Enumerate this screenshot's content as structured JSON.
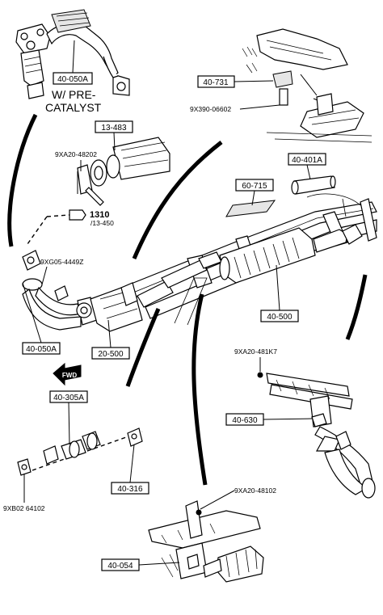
{
  "diagram": {
    "callouts": {
      "c40050a_top": "40-050A",
      "c40050a_bottom": "40-050A",
      "c13483": "13-483",
      "c40731": "40-731",
      "c40401a": "40-401A",
      "c60715": "60-715",
      "c40500": "40-500",
      "c20500": "20-500",
      "c40305a": "40-305A",
      "c40316": "40-316",
      "c40630": "40-630",
      "c40054": "40-054"
    },
    "codes": {
      "k9x390": "9X390-06602",
      "k9xa20_48202": "9XA20-48202",
      "k9xg05": "9XG05-4449Z",
      "k9xa20_481k7": "9XA20-481K7",
      "k9xb02": "9XB02 64102",
      "k9xa20_48102": "9XA20-48102"
    },
    "note_line1": "W/ PRE-",
    "note_line2": "CATALYST",
    "ref_main": "1310",
    "ref_sub": "/13-450",
    "fwd_label": "FWD"
  }
}
